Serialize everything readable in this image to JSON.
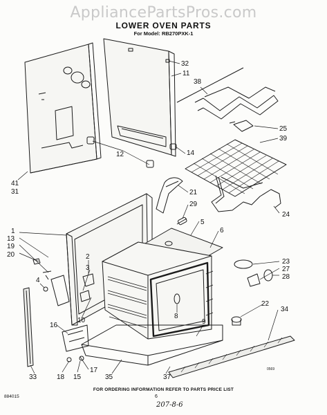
{
  "watermark": "AppliancePartsPros.com",
  "header": {
    "title": "LOWER OVEN PARTS",
    "model": "For Model: RB270PXK-1"
  },
  "footer": {
    "ordering_note": "FOR ORDERING INFORMATION REFER TO PARTS PRICE LIST",
    "page_number": "6",
    "handwritten": "207-8-6",
    "doc_id": "884015",
    "drawing_code": "0569"
  },
  "callouts": [
    "32",
    "11",
    "38",
    "25",
    "39",
    "14",
    "12",
    "41",
    "31",
    "21",
    "29",
    "24",
    "5",
    "6",
    "1",
    "13",
    "19",
    "20",
    "2",
    "3",
    "4",
    "23",
    "27",
    "28",
    "22",
    "34",
    "10",
    "8",
    "9",
    "16",
    "17",
    "18",
    "15",
    "35",
    "37",
    "33"
  ]
}
